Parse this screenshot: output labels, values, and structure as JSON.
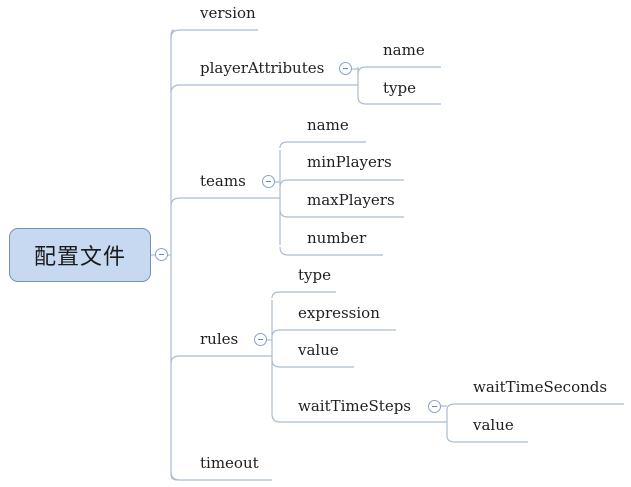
{
  "root": {
    "label": "配置文件"
  },
  "nodes": {
    "version": "version",
    "playerAttributes": {
      "label": "playerAttributes",
      "children": [
        "name",
        "type"
      ]
    },
    "teams": {
      "label": "teams",
      "children": [
        "name",
        "minPlayers",
        "maxPlayers",
        "number"
      ]
    },
    "rules": {
      "label": "rules",
      "children": [
        "type",
        "expression",
        "value"
      ],
      "waitTimeSteps": {
        "label": "waitTimeSteps",
        "children": [
          "waitTimeSeconds",
          "value"
        ]
      }
    },
    "timeout": "timeout"
  },
  "colors": {
    "line": "#a9bcd2",
    "root_fill": "#c6d9f1",
    "root_border": "#7392bd"
  },
  "icons": {
    "collapse": "minus-circle-icon"
  }
}
